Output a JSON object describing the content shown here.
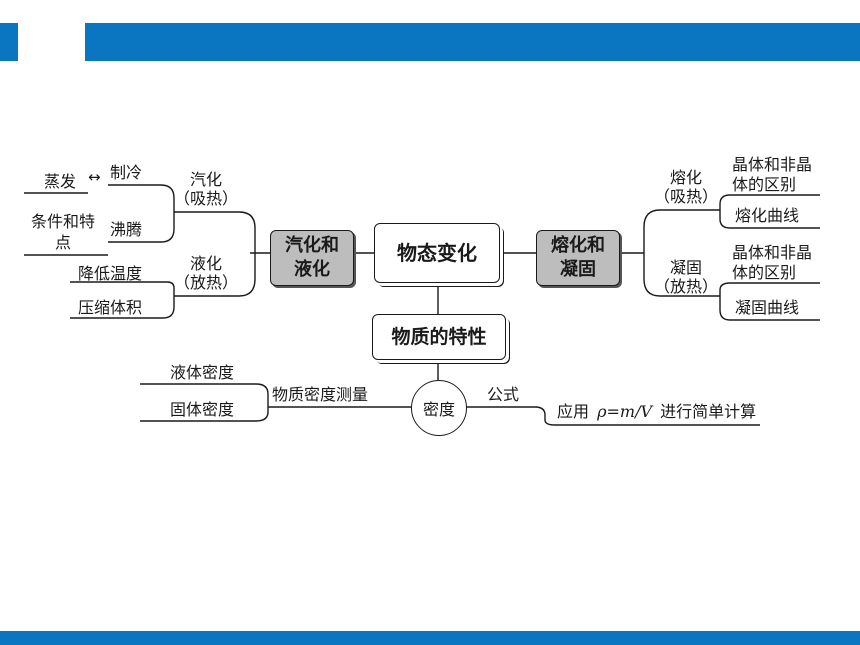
{
  "colors": {
    "header_bar": "#0a76c2",
    "grey_box": "#bdbdbd",
    "line": "#1a1a1a"
  },
  "center": "物态变化",
  "left_hub": "汽化和液化",
  "right_hub": "熔化和凝固",
  "bottom_hub": "物质的特性",
  "left": {
    "vaporize": "汽化",
    "vaporize_sub": "（吸热）",
    "liquefy": "液化",
    "liquefy_sub": "（放热）",
    "refrigerate": "制冷",
    "evaporate": "蒸发",
    "arrow": "↔",
    "boil": "沸腾",
    "cond_feature": "条件和特点",
    "lower_temp": "降低温度",
    "compress_volume": "压缩体积"
  },
  "right": {
    "melt": "熔化",
    "melt_sub": "（吸热）",
    "solidify": "凝固",
    "solidify_sub": "（放热）",
    "crystal_diff_1": "晶体和非晶体的区别",
    "melt_curve": "熔化曲线",
    "crystal_diff_2": "晶体和非晶体的区别",
    "solid_curve": "凝固曲线"
  },
  "density": {
    "node": "密度",
    "measure": "物质密度测量",
    "liquid": "液体密度",
    "solid": "固体密度",
    "formula": "公式",
    "apply_prefix": "应用",
    "apply_formula": "ρ=m/V",
    "apply_suffix": "进行简单计算"
  }
}
